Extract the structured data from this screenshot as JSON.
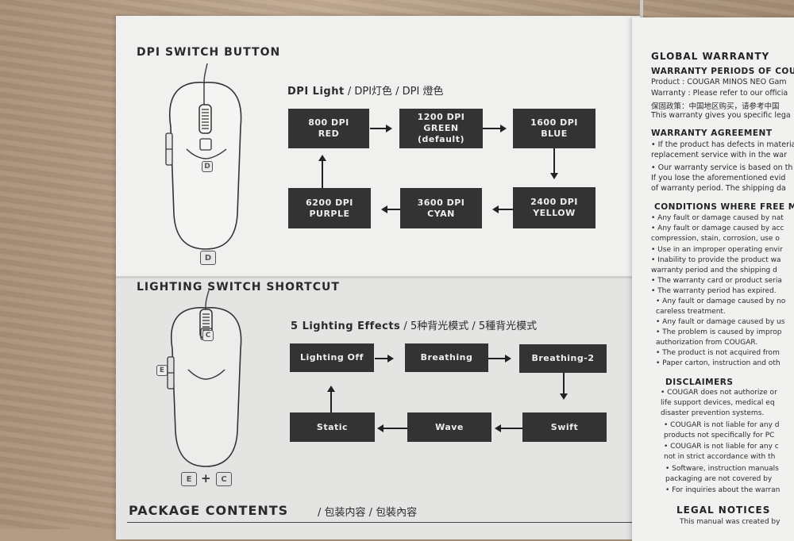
{
  "dpi": {
    "title": "DPI SWITCH BUTTON",
    "subtitle_bold": "DPI Light",
    "subtitle_rest": " / DPI灯色 / DPI 燈色",
    "key": "D",
    "boxes": [
      {
        "line1": "800 DPI",
        "line2": "RED",
        "line3": ""
      },
      {
        "line1": "1200 DPI",
        "line2": "GREEN",
        "line3": "(default)"
      },
      {
        "line1": "1600 DPI",
        "line2": "BLUE",
        "line3": ""
      },
      {
        "line1": "2400 DPI",
        "line2": "YELLOW",
        "line3": ""
      },
      {
        "line1": "3600 DPI",
        "line2": "CYAN",
        "line3": ""
      },
      {
        "line1": "6200 DPI",
        "line2": "PURPLE",
        "line3": ""
      }
    ]
  },
  "lighting": {
    "title": "LIGHTING SWITCH SHORTCUT",
    "subtitle_bold": "5 Lighting Effects",
    "subtitle_rest": " / 5种背光模式 / 5種背光模式",
    "key_e": "E",
    "key_c": "C",
    "plus": "+",
    "boxes": [
      "Lighting Off",
      "Breathing",
      "Breathing-2",
      "Swift",
      "Wave",
      "Static"
    ]
  },
  "package": {
    "title": "PACKAGE CONTENTS",
    "subtitle_rest": " / 包装内容 / 包裝內容"
  },
  "warranty": {
    "title": "GLOBAL WARRANTY",
    "periods_heading": "WARRANTY PERIODS OF COUG",
    "lines_a": [
      "Product : COUGAR MINOS NEO Gam",
      "Warranty : Please refer to our officia",
      "保固政策：中国地区购买，请参考中国",
      "This warranty gives you specific lega"
    ],
    "agreement_heading": "WARRANTY AGREEMENT",
    "lines_b": [
      "• If the product has defects in materia",
      "   replacement service with in the war",
      "• Our warranty service is based on th",
      "   If you lose the aforementioned evid",
      "   of warranty period. The shipping da"
    ],
    "conditions_heading": "CONDITIONS WHERE FREE MA",
    "lines_c": [
      "• Any fault or damage caused by nat",
      "• Any fault or damage caused by acc",
      "   compression, stain, corrosion, use o",
      "• Use in an improper operating envir",
      "• Inability to provide the product wa",
      "   warranty period and the shipping d",
      "• The warranty card or product seria",
      "• The warranty period has expired.",
      "• Any fault or damage caused by no",
      "   careless treatment.",
      "• Any fault or damage caused by us",
      "• The problem is caused by improp",
      "   authorization from COUGAR.",
      "• The product is not acquired from",
      "• Paper carton, instruction and oth"
    ],
    "disclaimers_heading": "DISCLAIMERS",
    "lines_d": [
      "• COUGAR does not authorize or",
      "   life support devices, medical eq",
      "   disaster prevention systems.",
      "• COUGAR is not liable for any d",
      "   products not specifically for PC",
      "• COUGAR is not liable for any c",
      "   not in strict accordance with th",
      "• Software, instruction manuals",
      "   packaging are not covered by",
      "• For inquiries about the warran"
    ],
    "legal_heading": "LEGAL NOTICES",
    "legal_line": "This manual was created by"
  }
}
